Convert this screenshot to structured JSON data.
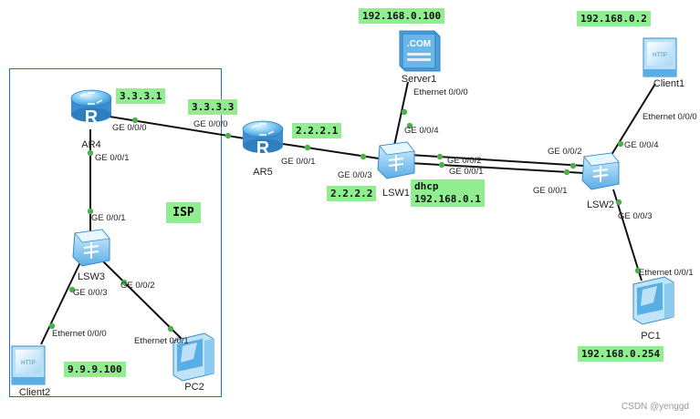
{
  "region": {
    "label": "ISP"
  },
  "devices": {
    "ar4": "AR4",
    "ar5": "AR5",
    "lsw1": "LSW1",
    "lsw2": "LSW2",
    "lsw3": "LSW3",
    "server1": "Server1",
    "client1": "Client1",
    "client2": "Client2",
    "pc1": "PC1",
    "pc2": "PC2"
  },
  "icon_text": {
    "server": ".COM",
    "http": "HTTP"
  },
  "ip_tags": {
    "ar4": "3.3.3.1",
    "ar5_ge000": "3.3.3.3",
    "ar5_ge001": "2.2.2.1",
    "lsw1_ge003": "2.2.2.2",
    "lsw1_dhcp_1": "dhcp",
    "lsw1_dhcp_2": "192.168.0.1",
    "server1": "192.168.0.100",
    "client1": "192.168.0.2",
    "pc1": "192.168.0.254",
    "client2": "9.9.9.100"
  },
  "ports": {
    "ar4_ge000": "GE 0/0/0",
    "ar4_ge001": "GE 0/0/1",
    "ar5_ge000": "GE 0/0/0",
    "ar5_ge001": "GE 0/0/1",
    "lsw3_ge001": "GE 0/0/1",
    "lsw3_ge003": "GE 0/0/3",
    "lsw3_ge002": "GE 0/0/2",
    "client2_eth": "Ethernet 0/0/0",
    "pc2_eth": "Ethernet 0/0/1",
    "lsw1_ge003": "GE 0/0/3",
    "lsw1_ge004": "GE 0/0/4",
    "lsw1_ge002": "GE 0/0/2",
    "lsw1_ge001": "GE 0/0/1",
    "server1_eth": "Ethernet 0/0/0",
    "lsw2_ge002": "GE 0/0/2",
    "lsw2_ge001": "GE 0/0/1",
    "lsw2_ge004": "GE 0/0/4",
    "lsw2_ge003": "GE 0/0/3",
    "client1_eth": "Ethernet 0/0/0",
    "pc1_eth": "Ethernet 0/0/1"
  },
  "watermark": "CSDN @yenggd",
  "colors": {
    "tag": "#90ee90",
    "link": "#111111",
    "port_dot": "#4caf50",
    "isp_border": "#1e6fb8",
    "device_blue": "#5fb0e6"
  }
}
